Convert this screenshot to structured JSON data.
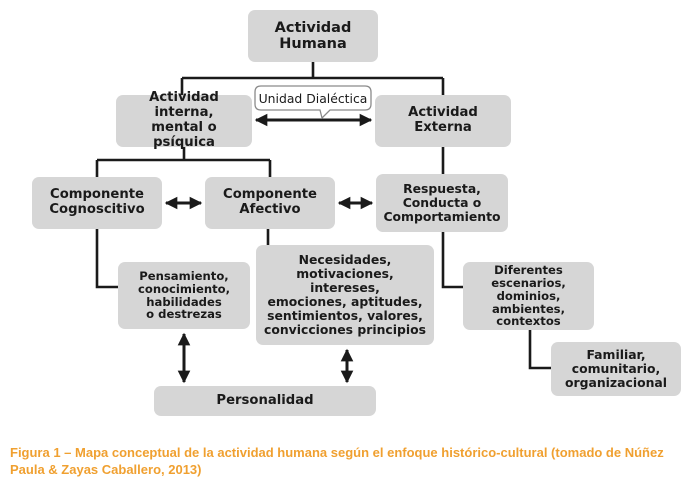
{
  "nodes": {
    "actividad_humana": "Actividad\nHumana",
    "actividad_interna": "Actividad interna,\nmental o psíquica",
    "actividad_externa": "Actividad\nExterna",
    "unidad_dialectica": "Unidad Dialéctica",
    "componente_cognoscitivo": "Componente\nCognoscitivo",
    "componente_afectivo": "Componente\nAfectivo",
    "respuesta": "Respuesta,\nConducta o\nComportamiento",
    "pensamiento": "Pensamiento,\nconocimiento,\nhabilidades\no destrezas",
    "necesidades": "Necesidades,\nmotivaciones, intereses,\nemociones, aptitudes,\nsentimientos, valores,\nconvicciones principios",
    "diferentes": "Diferentes\nescenarios,\ndominios, ambientes,\ncontextos",
    "familiar": "Familiar,\ncomunitario,\norganizacional",
    "personalidad": "Personalidad"
  },
  "caption": "Figura 1 – Mapa conceptual de la actividad humana según el enfoque histórico-cultural (tomado de Núñez Paula & Zayas Caballero, 2013)",
  "colors": {
    "box_fill": "#d6d6d6",
    "line": "#1a1a1a",
    "caption": "#f0a030"
  }
}
